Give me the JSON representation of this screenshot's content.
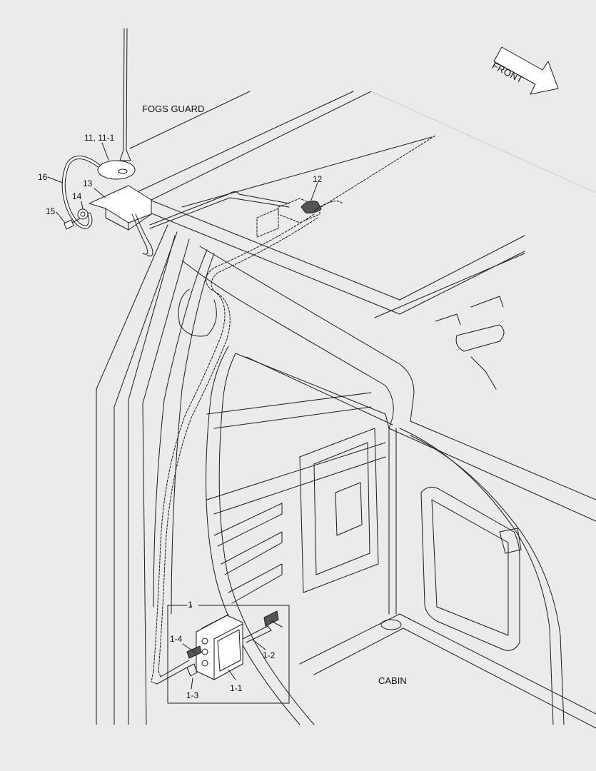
{
  "direction": {
    "label": "FRONT"
  },
  "areas": {
    "fogs_guard": "FOGS GUARD",
    "cabin": "CABIN"
  },
  "callouts": {
    "c11": "11, 11-1",
    "c12": "12",
    "c13": "13",
    "c14": "14",
    "c15": "15",
    "c16": "16",
    "c1": "1",
    "c1_1": "1-1",
    "c1_2": "1-2",
    "c1_3": "1-3",
    "c1_4": "1-4"
  },
  "colors": {
    "background": "#ebebeb",
    "line": "#1a1a1a",
    "panel": "#ffffff"
  }
}
